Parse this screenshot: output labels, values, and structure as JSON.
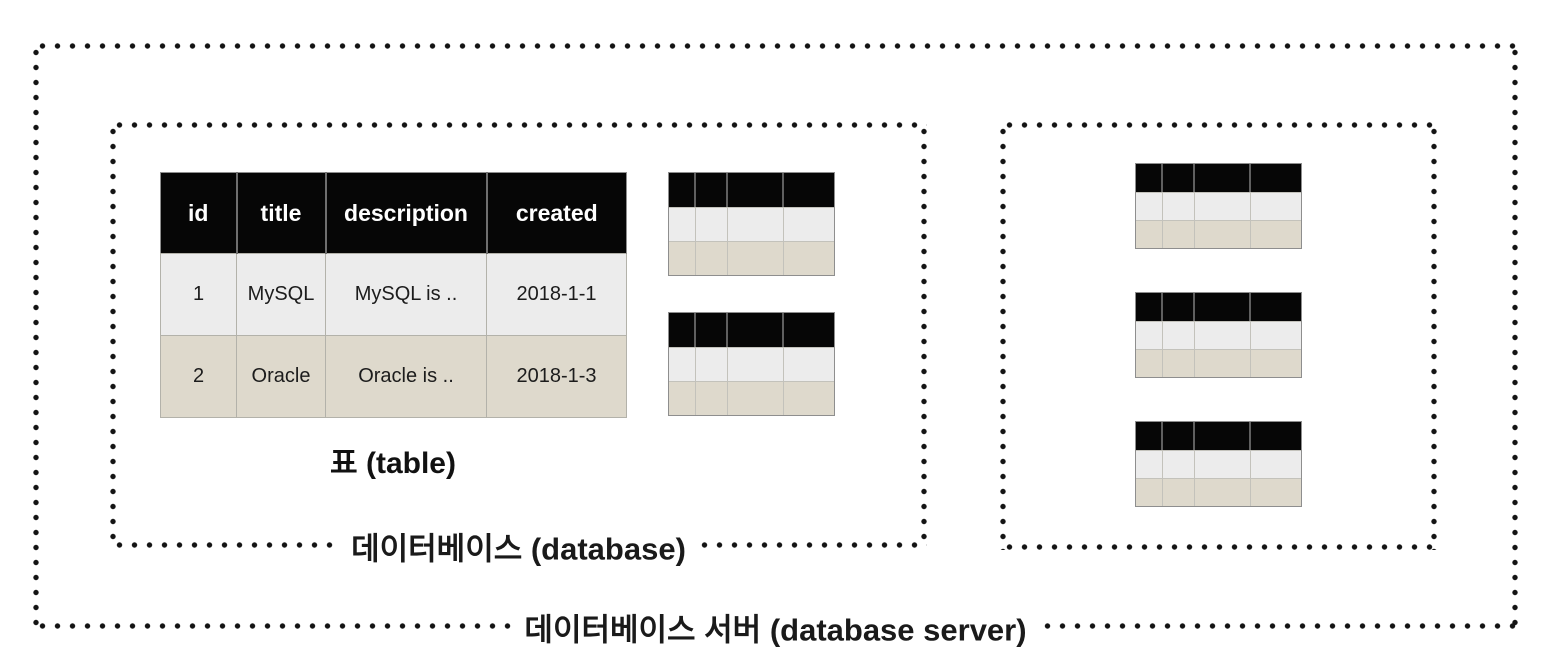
{
  "labels": {
    "table_caption": "표 (table)",
    "database_box": "데이터베이스 (database)",
    "server_box": "데이터베이스 서버 (database server)"
  },
  "main_table": {
    "columns": [
      "id",
      "title",
      "description",
      "created"
    ],
    "rows": [
      [
        "1",
        "MySQL",
        "MySQL is ..",
        "2018-1-1"
      ],
      [
        "2",
        "Oracle",
        "Oracle is ..",
        "2018-1-3"
      ]
    ]
  },
  "mini_tables": {
    "database_box": 2,
    "server_box": 3
  },
  "colors": {
    "header_bg": "#060606",
    "header_text": "#ffffff",
    "row_light": "#ececec",
    "row_beige": "#ded9cc",
    "table_border": "#8e8e8e",
    "dot": "#141414",
    "background": "#ffffff"
  }
}
